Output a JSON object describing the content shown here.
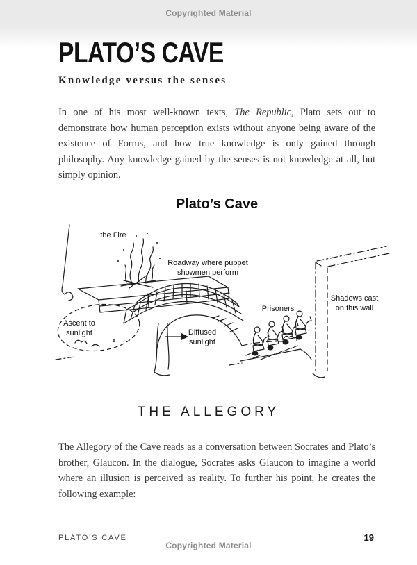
{
  "page": {
    "copyright_top": "Copyrighted Material",
    "copyright_bottom": "Copyrighted Material",
    "title": "PLATO’S CAVE",
    "subtitle": "Knowledge versus the senses",
    "intro_paragraph": {
      "before": "In one of his most well-known texts, ",
      "italic_title": "The Republic",
      "after": ", Plato sets out to demonstrate how human perception exists without anyone being aware of the existence of Forms, and how true knowledge is only gained through philosophy. Any knowledge gained by the senses is not knowledge at all, but simply opinion."
    },
    "section_heading": "THE ALLEGORY",
    "allegory_paragraph": "The Allegory of the Cave reads as a conversation between Socrates and Plato’s brother, Glaucon. In the dialogue, Socrates asks Glaucon to imagine a world where an illusion is perceived as reality. To further his point, he creates the following example:",
    "footer": {
      "running_head": "PLATO’S CAVE",
      "page_number": "19"
    }
  },
  "diagram": {
    "title": "Plato’s Cave",
    "labels": {
      "fire": "the Fire",
      "roadway_line1": "Roadway where puppet",
      "roadway_line2": "showmen perform",
      "prisoners": "Prisoners",
      "shadows_line1": "Shadows cast",
      "shadows_line2": "on this wall",
      "ascent_line1": "Ascent to",
      "ascent_line2": "sunlight",
      "diffused_line1": "Diffused",
      "diffused_line2": "sunlight"
    }
  },
  "colors": {
    "background_band": "#eaeaea",
    "page": "#ffffff",
    "ink": "#1c1c1c",
    "body_text": "#3b3b3b",
    "muted_gray": "#8d8d8d"
  }
}
